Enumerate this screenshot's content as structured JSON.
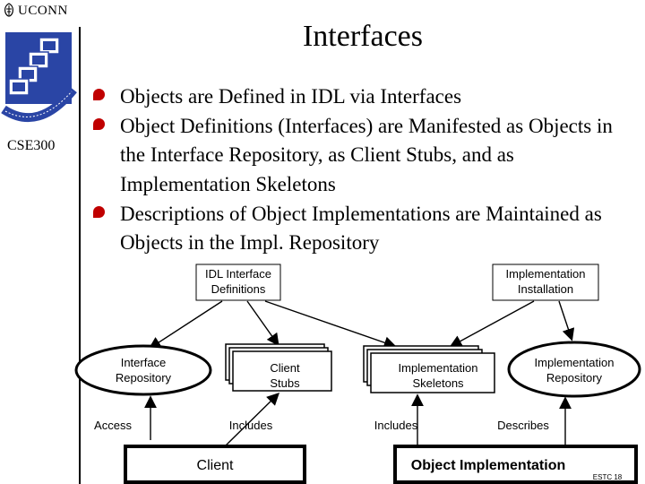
{
  "sidebar": {
    "brand": "UCONN",
    "course": "CSE300"
  },
  "title": "Interfaces",
  "bullets": [
    "Objects are Defined in IDL via Interfaces",
    "Object Definitions (Interfaces) are Manifested as Objects in the Interface Repository, as Client Stubs, and as Implementation Skeletons",
    "Descriptions of Object Implementations are Maintained as Objects in the Impl. Repository"
  ],
  "diagram": {
    "idl_line1": "IDL Interface",
    "idl_line2": "Definitions",
    "install_line1": "Implementation",
    "install_line2": "Installation",
    "iface_repo_line1": "Interface",
    "iface_repo_line2": "Repository",
    "stubs_line1": "Client",
    "stubs_line2": "Stubs",
    "skel_line1": "Implementation",
    "skel_line2": "Skeletons",
    "impl_repo_line1": "Implementation",
    "impl_repo_line2": "Repository",
    "label_access": "Access",
    "label_includes_1": "Includes",
    "label_includes_2": "Includes",
    "label_describes": "Describes",
    "client": "Client",
    "object_impl": "Object Implementation",
    "footer": "ESTC 18"
  },
  "colors": {
    "bullet_mark": "#c00000",
    "logo_blue": "#1f3a93"
  }
}
